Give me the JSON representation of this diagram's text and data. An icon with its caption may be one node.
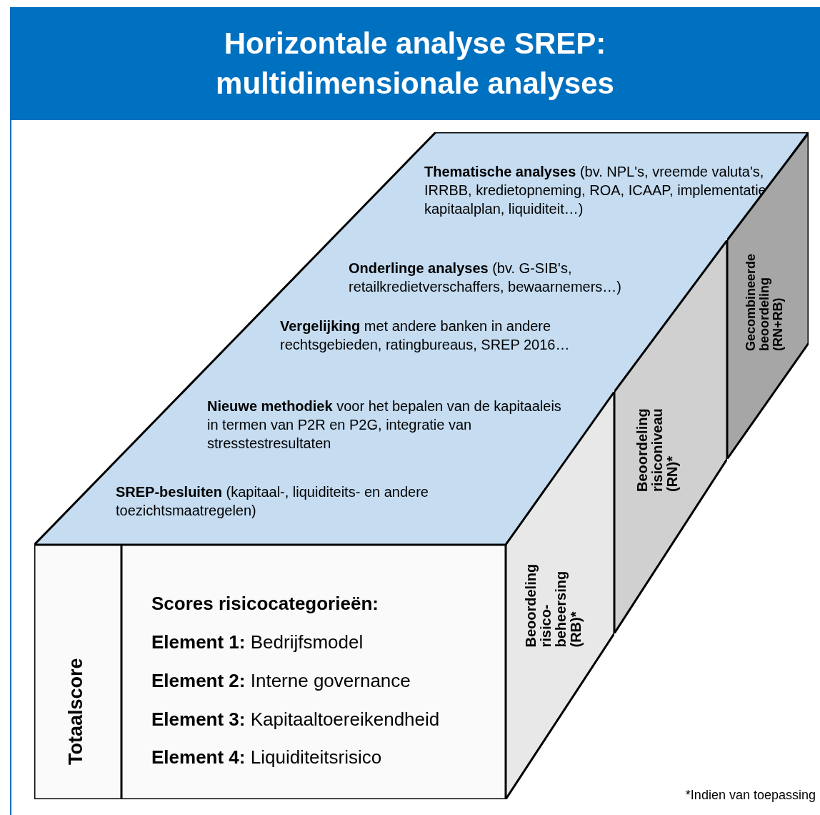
{
  "diagram": {
    "title": "Horizontale analyse SREP: multidimensionale analyses",
    "nodes": [
      {
        "text": [
          "**Thematische analyses** (bv. NPL's, vreemde valuta's, IRRBB, kredietopneming, ROA, ICAAP, implementatie kapitaalplan, liquiditeit…)",
          "**Onderlinge analyses** (bv. G-SIB's, retailkredietverschaffers, bewaarnemers…)",
          "**Vergelijking** met andere banken in andere rechtsgebieden, ratingbureaus, SREP 2016…",
          "**Nieuwe methodiek** voor het bepalen van de kapitaaleis in termen van P2R en P2G, integratie van stresstestresultaten",
          "**SREP-besluiten** (kapitaal-, liquiditeits- en andere toezichtsmaatregelen)"
        ]
      },
      {
        "text": [
          "Totaalscore"
        ]
      },
      {
        "text": [
          "Scores risicocategorieën:",
          "**Element 1:** Bedrijfsmodel",
          "**Element 2:** Interne governance",
          "**Element 3:** Kapitaaltoereikendheid",
          "**Element 4:** Liquiditeitsrisico"
        ]
      },
      {
        "text": [
          "Beoordeling risico- beheersing (RB)*"
        ]
      },
      {
        "text": [
          "Beoordeling risiconiveau (RN)*"
        ]
      },
      {
        "text": [
          "Gecombineerde beoordeling (RN+RB)"
        ]
      }
    ],
    "labels": [
      "*Indien van toepassing"
    ]
  }
}
